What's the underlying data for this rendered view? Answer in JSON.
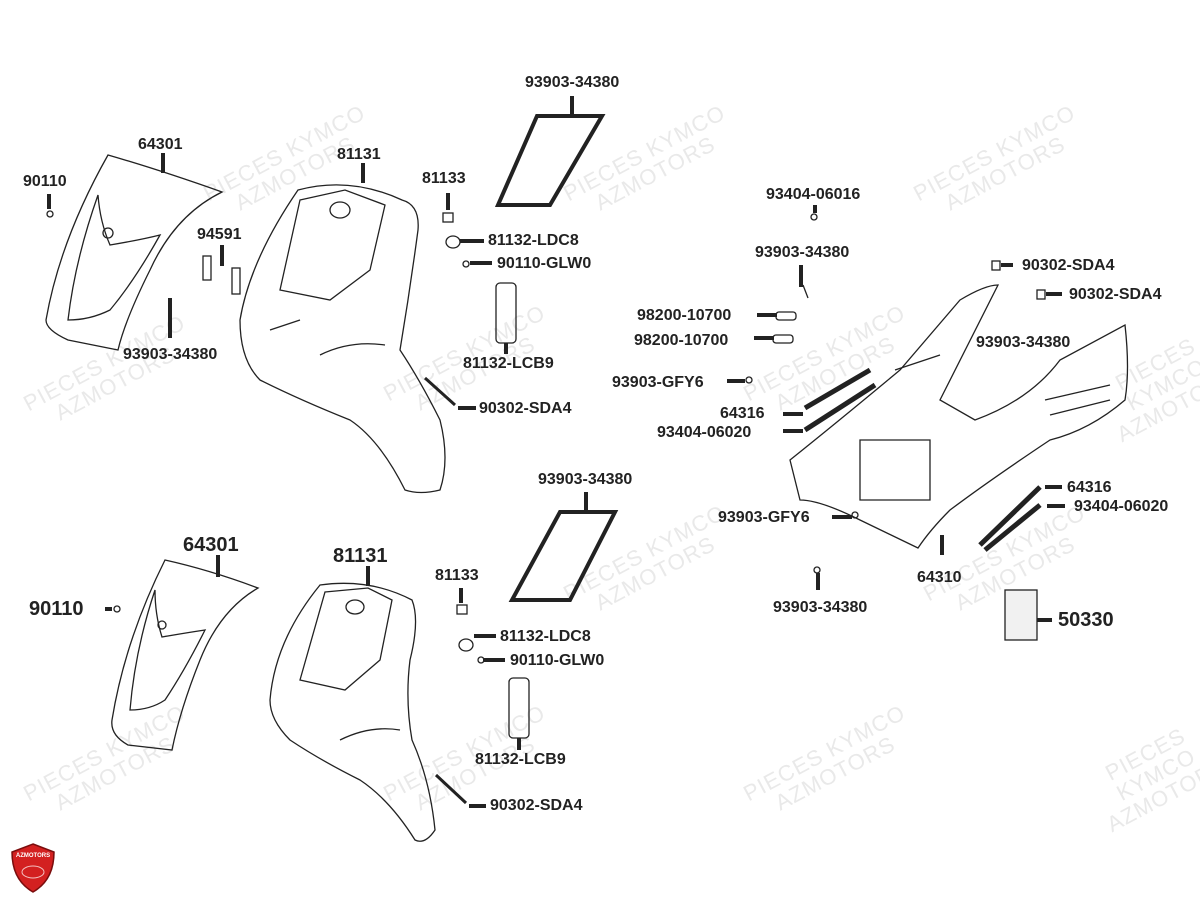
{
  "diagram": {
    "title": "",
    "watermark": {
      "line1": "PIECES KYMCO",
      "line2": "AZMOTORS"
    },
    "logo": {
      "text": "AZMOTORS",
      "color": "#d32020"
    },
    "groups": [
      {
        "name": "front-cover-assembly-top",
        "labels": [
          "64301",
          "90110",
          "94591",
          "93903-34380",
          "81131",
          "81133",
          "93903-34380",
          "81132-LDC8",
          "90110-GLW0",
          "81132-LCB9",
          "90302-SDA4"
        ]
      },
      {
        "name": "front-cover-assembly-bottom",
        "labels": [
          "64301",
          "90110",
          "81131",
          "81133",
          "93903-34380",
          "81132-LDC8",
          "90110-GLW0",
          "81132-LCB9",
          "90302-SDA4"
        ]
      },
      {
        "name": "floor-panel-assembly",
        "labels": [
          "93404-06016",
          "93903-34380",
          "98200-10700",
          "98200-10700",
          "93903-GFY6",
          "64316",
          "93404-06020",
          "90302-SDA4",
          "90302-SDA4",
          "93903-34380",
          "64316",
          "93404-06020",
          "93903-GFY6",
          "64310",
          "93903-34380",
          "50330"
        ]
      }
    ],
    "callouts": {
      "t_64301": "64301",
      "t_90110": "90110",
      "t_94591": "94591",
      "t_93903_left": "93903-34380",
      "t_81131": "81131",
      "t_81133": "81133",
      "t_93903_frame": "93903-34380",
      "t_81132_ldc8": "81132-LDC8",
      "t_90110_glw0": "90110-GLW0",
      "t_81132_lcb9": "81132-LCB9",
      "t_90302_sda4": "90302-SDA4",
      "b_64301": "64301",
      "b_90110": "90110",
      "b_81131": "81131",
      "b_81133": "81133",
      "b_93903_frame": "93903-34380",
      "b_81132_ldc8": "81132-LDC8",
      "b_90110_glw0": "90110-GLW0",
      "b_81132_lcb9": "81132-LCB9",
      "b_90302_sda4": "90302-SDA4",
      "r_93404_06016": "93404-06016",
      "r_93903_top": "93903-34380",
      "r_98200_a": "98200-10700",
      "r_98200_b": "98200-10700",
      "r_93903_gfy6_a": "93903-GFY6",
      "r_64316_a": "64316",
      "r_93404_06020_a": "93404-06020",
      "r_90302_sda4_a": "90302-SDA4",
      "r_90302_sda4_b": "90302-SDA4",
      "r_93903_mid": "93903-34380",
      "r_64316_b": "64316",
      "r_93404_06020_b": "93404-06020",
      "r_93903_gfy6_b": "93903-GFY6",
      "r_64310": "64310",
      "r_93903_bot": "93903-34380",
      "r_50330": "50330"
    }
  }
}
